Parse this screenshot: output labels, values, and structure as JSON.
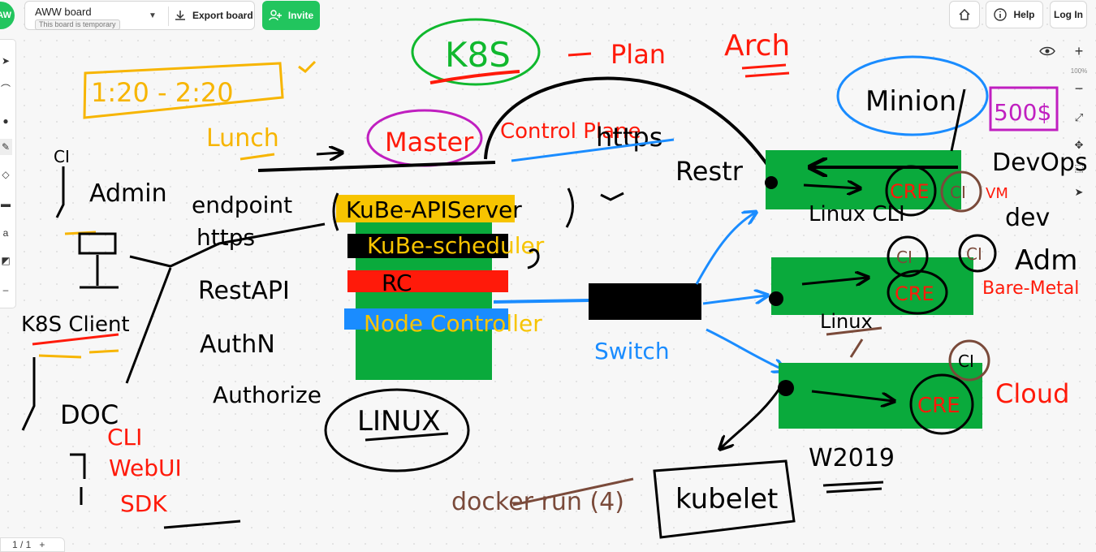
{
  "app": {
    "logo_text": "AW"
  },
  "board": {
    "name": "AWW board",
    "temporary_badge": "This board is temporary",
    "export_label": "Export board",
    "invite_label": "Invite"
  },
  "top_right": {
    "help_label": "Help",
    "login_label": "Log In"
  },
  "zoom": {
    "level": "100%"
  },
  "pages": {
    "current": "1",
    "total": "1",
    "label": "1 / 1"
  },
  "colors": {
    "accent": "#22c55e",
    "board_green": "#0aaa3c",
    "ink_red": "#ff1a0a",
    "ink_blue": "#1a8cff",
    "ink_brown": "#7a4a3a",
    "ink_yellow": "#f7b500",
    "ink_purple": "#c01fc0"
  },
  "drawing": {
    "k8s": "K8S",
    "plan": "Plan",
    "arch": "Arch",
    "time": "1:20 - 2:20",
    "lunch": "Lunch",
    "master": "Master",
    "control_plane": "Control Plane",
    "https_top": "https",
    "minion": "Minion",
    "budget": "500$",
    "devops": "DevOps",
    "dev": "dev",
    "adm": "Adm",
    "bare_metal": "Bare-Metal",
    "cloud": "Cloud",
    "ci": "CI",
    "admin": "Admin",
    "endpoint": "endpoint",
    "https_left": "https",
    "restapi": "RestAPI",
    "auth": "AuthN",
    "authorize": "Authorize",
    "k8s_client": "K8S Client",
    "doc": "DOC",
    "cli_left": "CLI",
    "webui": "WebUI",
    "sdk": "SDK",
    "kube_apiserver": "KuBe-APIServer",
    "kube_scheduler": "KuBe-scheduler",
    "rc": "RC",
    "node_controller": "Node Controller",
    "linux_master": "LINUX",
    "switch": "Switch",
    "restr": "Restr",
    "docker_run": "docker run (4)",
    "kubelet": "kubelet",
    "w2019": "W2019",
    "linux_node": "Linux",
    "linux_cli": "Linux CLI",
    "linux_small": "Linux",
    "cre": "CRE",
    "vm": "VM",
    "node_ci": "CI"
  }
}
